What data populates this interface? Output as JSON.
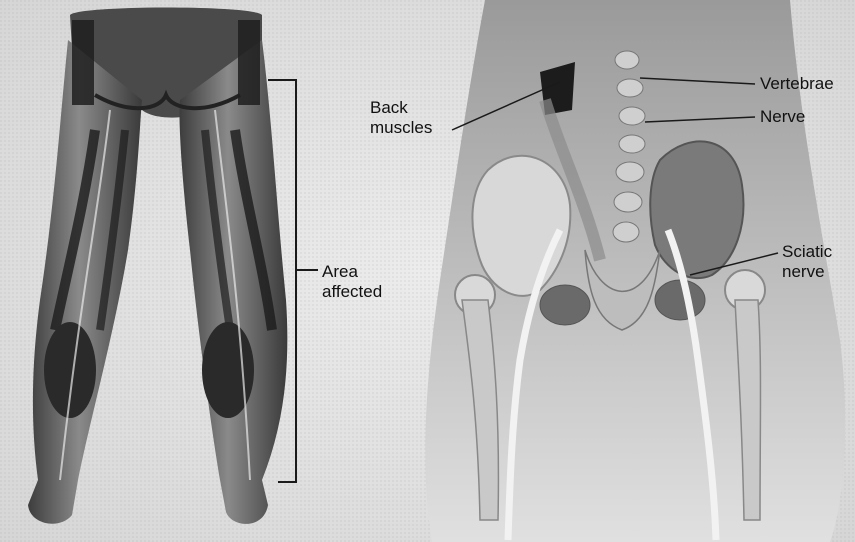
{
  "diagram": {
    "left_panel": {
      "bracket_label_line1": "Area",
      "bracket_label_line2": "affected"
    },
    "right_panel": {
      "back_muscles_line1": "Back",
      "back_muscles_line2": "muscles",
      "vertebrae": "Vertebrae",
      "nerve": "Nerve",
      "sciatic_line1": "Sciatic",
      "sciatic_line2": "nerve"
    },
    "colors": {
      "background": "#e9e9e9",
      "skin_light": "#b5b5b5",
      "skin_dark": "#3a3a3a",
      "bone": "#d9d9d9",
      "nerve": "#f2f2f2",
      "muscle_dark": "#1c1c1c"
    }
  }
}
